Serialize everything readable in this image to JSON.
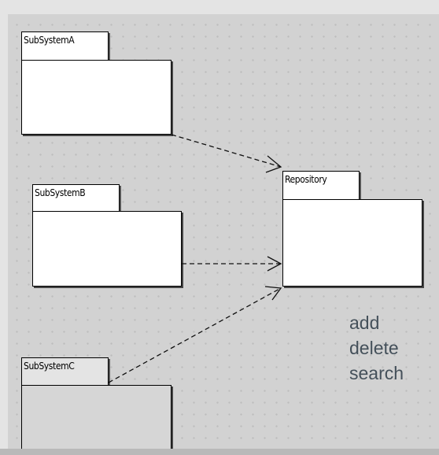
{
  "diagram": {
    "packages": [
      {
        "id": "subsystem-a",
        "name": "SubSystemA"
      },
      {
        "id": "subsystem-b",
        "name": "SubSystemB"
      },
      {
        "id": "subsystem-c",
        "name": "SubSystemC"
      },
      {
        "id": "repository",
        "name": "Repository"
      }
    ],
    "dependencies": [
      {
        "from": "SubSystemA",
        "to": "Repository",
        "style": "dashed-arrow"
      },
      {
        "from": "SubSystemB",
        "to": "Repository",
        "style": "dashed-arrow"
      },
      {
        "from": "SubSystemC",
        "to": "Repository",
        "style": "dashed-arrow"
      }
    ],
    "operations": [
      "add",
      "delete",
      "search"
    ]
  },
  "colors": {
    "canvas": "#d2d2d2",
    "package_fill": "#ffffff",
    "package_border": "#000000",
    "operations_text": "#44505a"
  }
}
